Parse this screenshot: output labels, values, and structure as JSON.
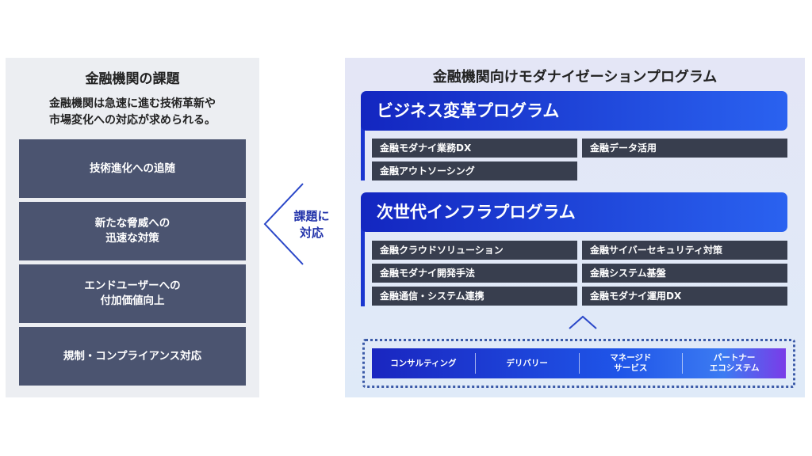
{
  "challenges": {
    "title": "金融機関の課題",
    "description_lines": [
      "金融機関は急速に進む技術革新や",
      "市場変化への対応が求められる。"
    ],
    "items": [
      [
        "技術進化への追随"
      ],
      [
        "新たな脅威への",
        "迅速な対策"
      ],
      [
        "エンドユーザーへの",
        "付加価値向上"
      ],
      [
        "規制・コンプライアンス対応"
      ]
    ]
  },
  "arrow": {
    "lines": [
      "課題に",
      "対応"
    ]
  },
  "program": {
    "title": "金融機関向けモダナイゼーションプログラム",
    "groups": [
      {
        "title": "ビジネス変革プログラム",
        "items": [
          "金融モダナイ業務DX",
          "金融データ活用",
          "金融アウトソーシング"
        ]
      },
      {
        "title": "次世代インフラプログラム",
        "items": [
          "金融クラウドソリューション",
          "金融サイバーセキュリティ対策",
          "金融モダナイ開発手法",
          "金融システム基盤",
          "金融通信・システム連携",
          "金融モダナイ運用DX"
        ]
      }
    ],
    "services": [
      [
        "コンサルティング"
      ],
      [
        "デリバリー"
      ],
      [
        "マネージド",
        "サービス"
      ],
      [
        "パートナー",
        "エコシステム"
      ]
    ]
  },
  "colors": {
    "accent": "#1a36d0",
    "item_bg": "#383e4e",
    "challenge_bg": "#4b5470"
  }
}
